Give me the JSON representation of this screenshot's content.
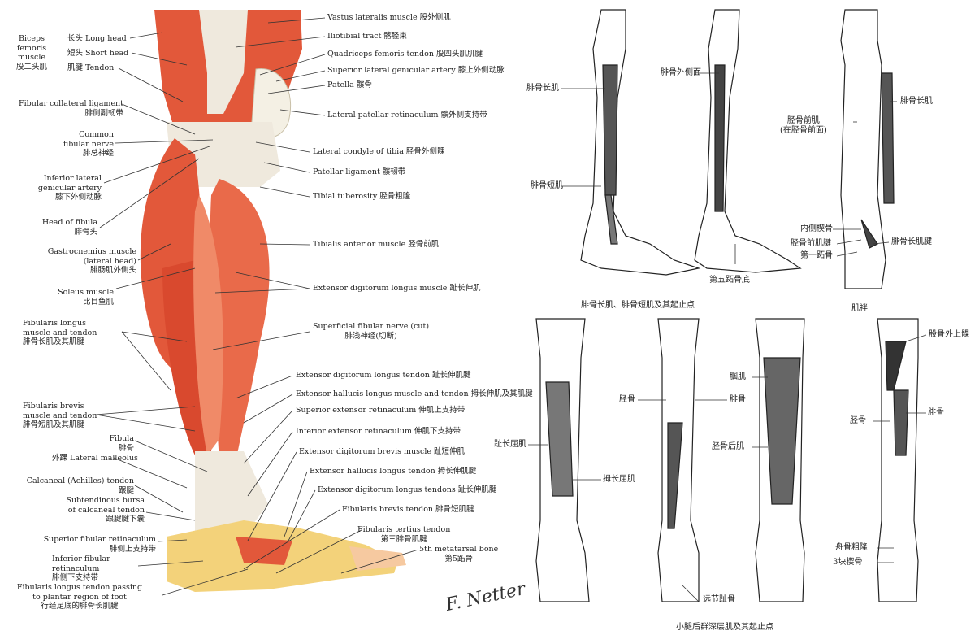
{
  "left_labels": {
    "biceps": "Biceps\nfemoris\nmuscle\n股二头肌",
    "long_head": "长头 Long head",
    "short_head": "短头 Short head",
    "tendon": "肌腱 Tendon",
    "fib_coll": "Fibular collateral ligament\n腓侧副韧带",
    "common_fib": "Common\nfibular nerve\n腓总神经",
    "inf_gen": "Inferior lateral\ngenicular artery\n膝下外侧动脉",
    "head_fibula": "Head of fibula\n腓骨头",
    "gastroc": "Gastrocnemius muscle\n(lateral head)\n腓肠肌外侧头",
    "soleus": "Soleus muscle\n比目鱼肌",
    "fib_longus": "Fibularis longus\nmuscle and tendon\n腓骨长肌及其肌腱",
    "fib_brevis": "Fibularis brevis\nmuscle and tendon\n腓骨短肌及其肌腱",
    "fibula": "Fibula\n腓骨",
    "lat_mall": "外踝 Lateral malleolus",
    "achilles": "Calcaneal (Achilles) tendon\n跟腱",
    "bursa": "Subtendinous bursa\nof calcaneal tendon\n跟腱腱下囊",
    "sup_fib_ret": "Superior fibular retinaculum\n腓侧上支持带",
    "inf_fib_ret": "Inferior fibular\nretinaculum\n腓侧下支持带",
    "fib_long_tendon": "Fibularis longus tendon passing\nto plantar region of foot\n行经足底的腓骨长肌腱"
  },
  "right_labels": {
    "vastus": "Vastus lateralis muscle 股外侧肌",
    "iliotibial": "Iliotibial tract 髂胫束",
    "quad": "Quadriceps femoris tendon 股四头肌肌腱",
    "sup_gen": "Superior lateral genicular artery 膝上外侧动脉",
    "patella": "Patella 髌骨",
    "lat_pat_ret": "Lateral patellar retinaculum 髌外侧支持带",
    "lat_condyle": "Lateral condyle of tibia 胫骨外侧髁",
    "pat_lig": "Patellar ligament 髌韧带",
    "tib_tub": "Tibial tuberosity 胫骨粗隆",
    "tib_ant": "Tibialis anterior muscle 胫骨前肌",
    "edl_muscle": "Extensor digitorum longus muscle 趾长伸肌",
    "sup_fib_nerve": "Superficial fibular nerve (cut)\n腓浅神经(切断)",
    "edl_tendon": "Extensor digitorum longus tendon 趾长伸肌腱",
    "ehl_muscle": "Extensor hallucis longus muscle and tendon 拇长伸肌及其肌腱",
    "sup_ext_ret": "Superior extensor retinaculum 伸肌上支持带",
    "inf_ext_ret": "Inferior extensor retinaculum 伸肌下支持带",
    "edb": "Extensor digitorum brevis muscle 趾短伸肌",
    "ehl_tendon": "Extensor hallucis longus tendon 拇长伸肌腱",
    "edl_tendons": "Extensor digitorum longus tendons 趾长伸肌腱",
    "fb_tendon": "Fibularis brevis tendon 腓骨短肌腱",
    "fib_tertius": "Fibularis tertius tendon\n第三腓骨肌腱",
    "meta5": "5th metatarsal bone\n第5跖骨"
  },
  "top_right": {
    "fib_long_1": "腓骨长肌",
    "fib_short": "腓骨短肌",
    "fib_lat_face": "腓骨外侧面",
    "meta5_base": "第五跖骨底",
    "tib_ant": "胫骨前肌",
    "tib_ant_note": "(在胫骨前面)",
    "fib_long_3": "腓骨长肌",
    "med_cuneiform": "内侧楔骨",
    "tib_ant_tendon": "胫骨前肌腱",
    "first_meta": "第一跖骨",
    "fib_long_tendon": "腓骨长肌腱",
    "caption_left": "腓骨长肌、腓骨短肌及其起止点",
    "caption_right": "肌袢"
  },
  "bottom_right": {
    "fdl": "趾长屈肌",
    "fhl": "拇长屈肌",
    "tibia": "胫骨",
    "fibula_a": "腓骨",
    "distal_phalanx": "远节趾骨",
    "popliteus": "腘肌",
    "tib_post": "胫骨后肌",
    "lat_epicondyle": "股骨外上髁",
    "tibia_b": "胫骨",
    "fibula_b": "腓骨",
    "navicular": "舟骨粗隆",
    "cuneiform3": "3块楔骨",
    "caption": "小腿后群深层肌及其起止点"
  },
  "signature": "F. Netter",
  "colors": {
    "muscle": "#e2583a",
    "muscle_light": "#f08a68",
    "tendon": "#efe9dd",
    "bone": "#f4f0e4",
    "fat": "#f3d27a",
    "line": "#333333"
  }
}
